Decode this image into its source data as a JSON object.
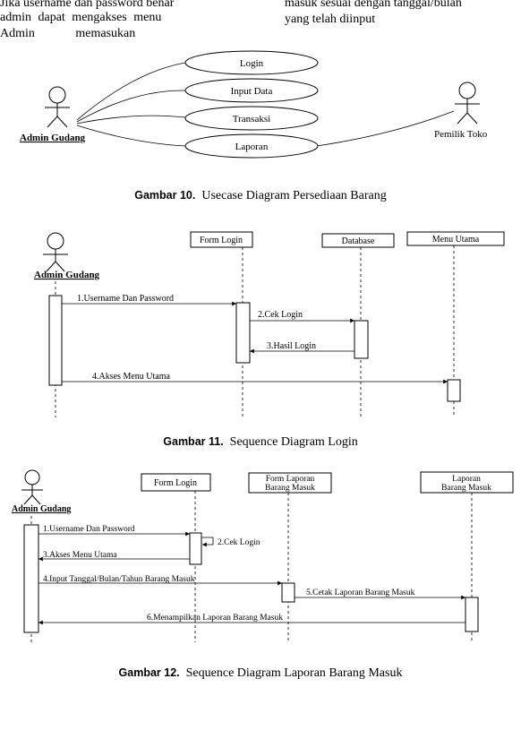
{
  "top_text": {
    "left_lines": [
      "Jika username dan password benar",
      "admin dapat mengakses menu",
      "Admin memasukan"
    ],
    "right_lines": [
      "masuk sesuai dengan tanggal/bulan",
      "yang telah diinput"
    ]
  },
  "fig10": {
    "actor_left": "Admin  Gudang",
    "actor_right": "Pemilik  Toko",
    "usecases": [
      "Login",
      "Input Data",
      "Transaksi",
      "Laporan"
    ],
    "caption_label": "Gambar 10.",
    "caption_text": "Usecase Diagram Persediaan Barang"
  },
  "fig11": {
    "actor": "Admin  Gudang",
    "objects": [
      "Form Login",
      "Database",
      "Menu Utama"
    ],
    "messages": [
      "1.Username Dan Password",
      "2.Cek Login",
      "3.Hasil Login",
      "4.Akses Menu Utama"
    ],
    "caption_label": "Gambar 11.",
    "caption_text": "Sequence Diagram Login"
  },
  "fig12": {
    "actor": "Admin  Gudang",
    "objects": [
      [
        "Form Login"
      ],
      [
        "Form Laporan",
        "Barang Masuk"
      ],
      [
        "Laporan",
        "Barang Masuk"
      ]
    ],
    "messages": [
      "1.Username Dan Password",
      "2.Cek Login",
      "3.Akses Menu Utama",
      "4.Input Tanggal/Bulan/Tahun Barang Masuk",
      "5.Cetak Laporan Barang Masuk",
      "6.Menampilkan Laporan Barang Masuk"
    ],
    "caption_label": "Gambar 12.",
    "caption_text": "Sequence Diagram Laporan Barang Masuk"
  }
}
